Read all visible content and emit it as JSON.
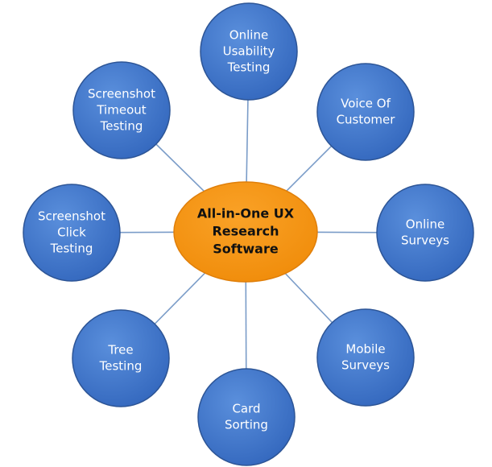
{
  "colors": {
    "hub_fill": "#F5920F",
    "hub_stroke": "#E07F0A",
    "node_fill": "#3D72C8",
    "node_stroke": "#2D5596",
    "connector": "#7A9CC8",
    "node_text": "#FFFFFF",
    "hub_text": "#111111"
  },
  "hub": {
    "lines": [
      "All-in-One UX",
      "Research",
      "Software"
    ]
  },
  "nodes": [
    {
      "id": "online-usability-testing",
      "lines": [
        "Online",
        "Usability",
        "Testing"
      ]
    },
    {
      "id": "voice-of-customer",
      "lines": [
        "Voice Of",
        "Customer"
      ]
    },
    {
      "id": "online-surveys",
      "lines": [
        "Online",
        "Surveys"
      ]
    },
    {
      "id": "mobile-surveys",
      "lines": [
        "Mobile",
        "Surveys"
      ]
    },
    {
      "id": "card-sorting",
      "lines": [
        "Card",
        "Sorting"
      ]
    },
    {
      "id": "tree-testing",
      "lines": [
        "Tree",
        "Testing"
      ]
    },
    {
      "id": "screenshot-click-testing",
      "lines": [
        "Screenshot",
        "Click",
        "Testing"
      ]
    },
    {
      "id": "screenshot-timeout-testing",
      "lines": [
        "Screenshot",
        "Timeout",
        "Testing"
      ]
    }
  ]
}
